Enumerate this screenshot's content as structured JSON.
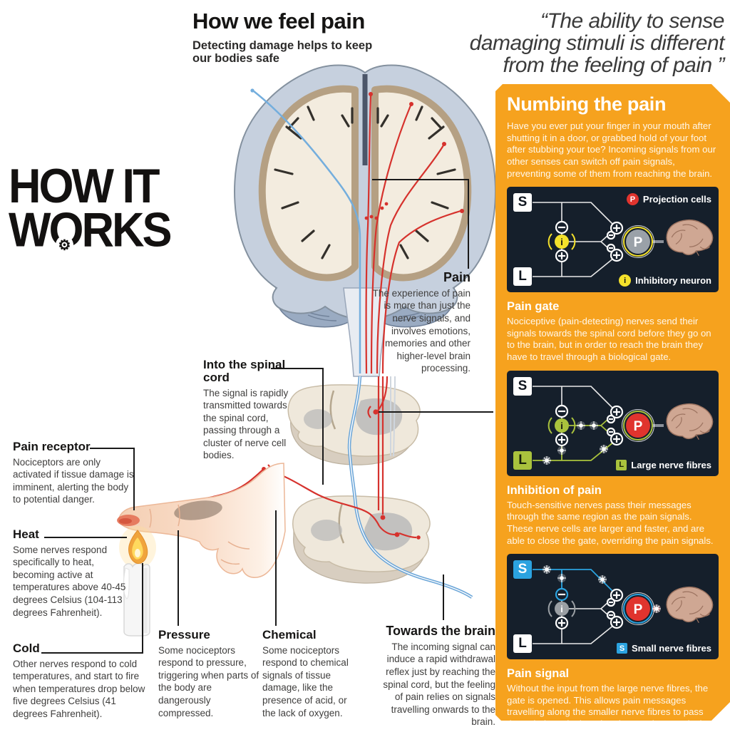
{
  "header": {
    "title": "How we feel pain",
    "subtitle": "Detecting damage helps to keep our bodies safe"
  },
  "quote": {
    "line1": "“The ability to sense",
    "line2": "damaging stimuli is different",
    "line3": "from the feeling of pain ”"
  },
  "logo": {
    "line1": "HOW IT",
    "line2": "WORKS"
  },
  "labels": {
    "pain_receptor": {
      "title": "Pain receptor",
      "body": "Nociceptors are only activated if tissue damage is imminent, alerting the body to potential danger."
    },
    "heat": {
      "title": "Heat",
      "body": "Some nerves respond specifically to heat, becoming active at temperatures above 40-45 degrees Celsius (104-113 degrees Fahrenheit)."
    },
    "cold": {
      "title": "Cold",
      "body": "Other nerves respond to cold temperatures, and start to fire when temperatures drop below five degrees Celsius (41 degrees Fahrenheit)."
    },
    "pressure": {
      "title": "Pressure",
      "body": "Some nociceptors respond to pressure, triggering when parts of the body are dangerously compressed."
    },
    "chemical": {
      "title": "Chemical",
      "body": "Some nociceptors respond to chemical signals of tissue damage, like the presence of acid, or the lack of oxygen."
    },
    "into_spinal_cord": {
      "title": "Into the spinal cord",
      "body": "The signal is rapidly transmitted towards the spinal cord, passing through a cluster of nerve cell bodies."
    },
    "towards_brain": {
      "title": "Towards the brain",
      "body": "The incoming signal can induce a rapid withdrawal reflex just by reaching the spinal cord, but the feeling of pain relies on signals travelling onwards to the brain."
    },
    "pain": {
      "title": "Pain",
      "body": "The experience of pain is more than just the nerve signals, and involves emotions, memories and other higher-level brain processing."
    }
  },
  "panel": {
    "title": "Numbing the pain",
    "intro": "Have you ever put your finger in your mouth after shutting it in a door, or grabbed hold of your foot after stubbing your toe? Incoming signals from our other senses can switch off pain signals, preventing some of them from reaching the brain.",
    "sections": [
      {
        "title": "Pain gate",
        "body": "Nociceptive (pain-detecting) nerves send their signals towards the spinal cord before they go on to the brain, but in order to reach the brain they have to travel through a biological gate."
      },
      {
        "title": "Inhibition of pain",
        "body": "Touch-sensitive nerves pass their messages through the same region as the pain signals. These nerve cells are larger and faster, and are able to close the gate, overriding the pain signals."
      },
      {
        "title": "Pain signal",
        "body": "Without the input from the large nerve fibres, the gate is opened. This allows pain messages travelling along the smaller nerve fibres to pass through the spinal cord and onwards towards the brain."
      }
    ],
    "symbols": {
      "plus": "+",
      "minus": "−"
    },
    "diagrams": [
      {
        "s_label": "S",
        "l_label": "L",
        "p_label": "P",
        "i_label": "i",
        "legend_top": {
          "symbol": "P",
          "label": "Projection cells"
        },
        "legend_bottom": {
          "symbol": "i",
          "label": "Inhibitory neuron"
        }
      },
      {
        "s_label": "S",
        "l_label": "L",
        "p_label": "P",
        "i_label": "i",
        "legend_bottom": {
          "symbol": "L",
          "label": "Large nerve fibres"
        }
      },
      {
        "s_label": "S",
        "l_label": "L",
        "p_label": "P",
        "i_label": "i",
        "legend_bottom": {
          "symbol": "S",
          "label": "Small nerve fibres"
        }
      }
    ],
    "colors": {
      "panel_orange": "#F6A21E",
      "diagram_bg": "#151F2B",
      "red": "#E0342E",
      "yellow": "#F4E12B",
      "green": "#A9C23D",
      "blue": "#2BA3E0"
    }
  },
  "illustration_colors": {
    "nerve_pain_red": "#D6322D",
    "nerve_touch_blue": "#74AEDD",
    "brain_cortex": "#C6D0DE",
    "brain_matter_tan": "#B5A083",
    "skin": "#F8DBC6"
  }
}
